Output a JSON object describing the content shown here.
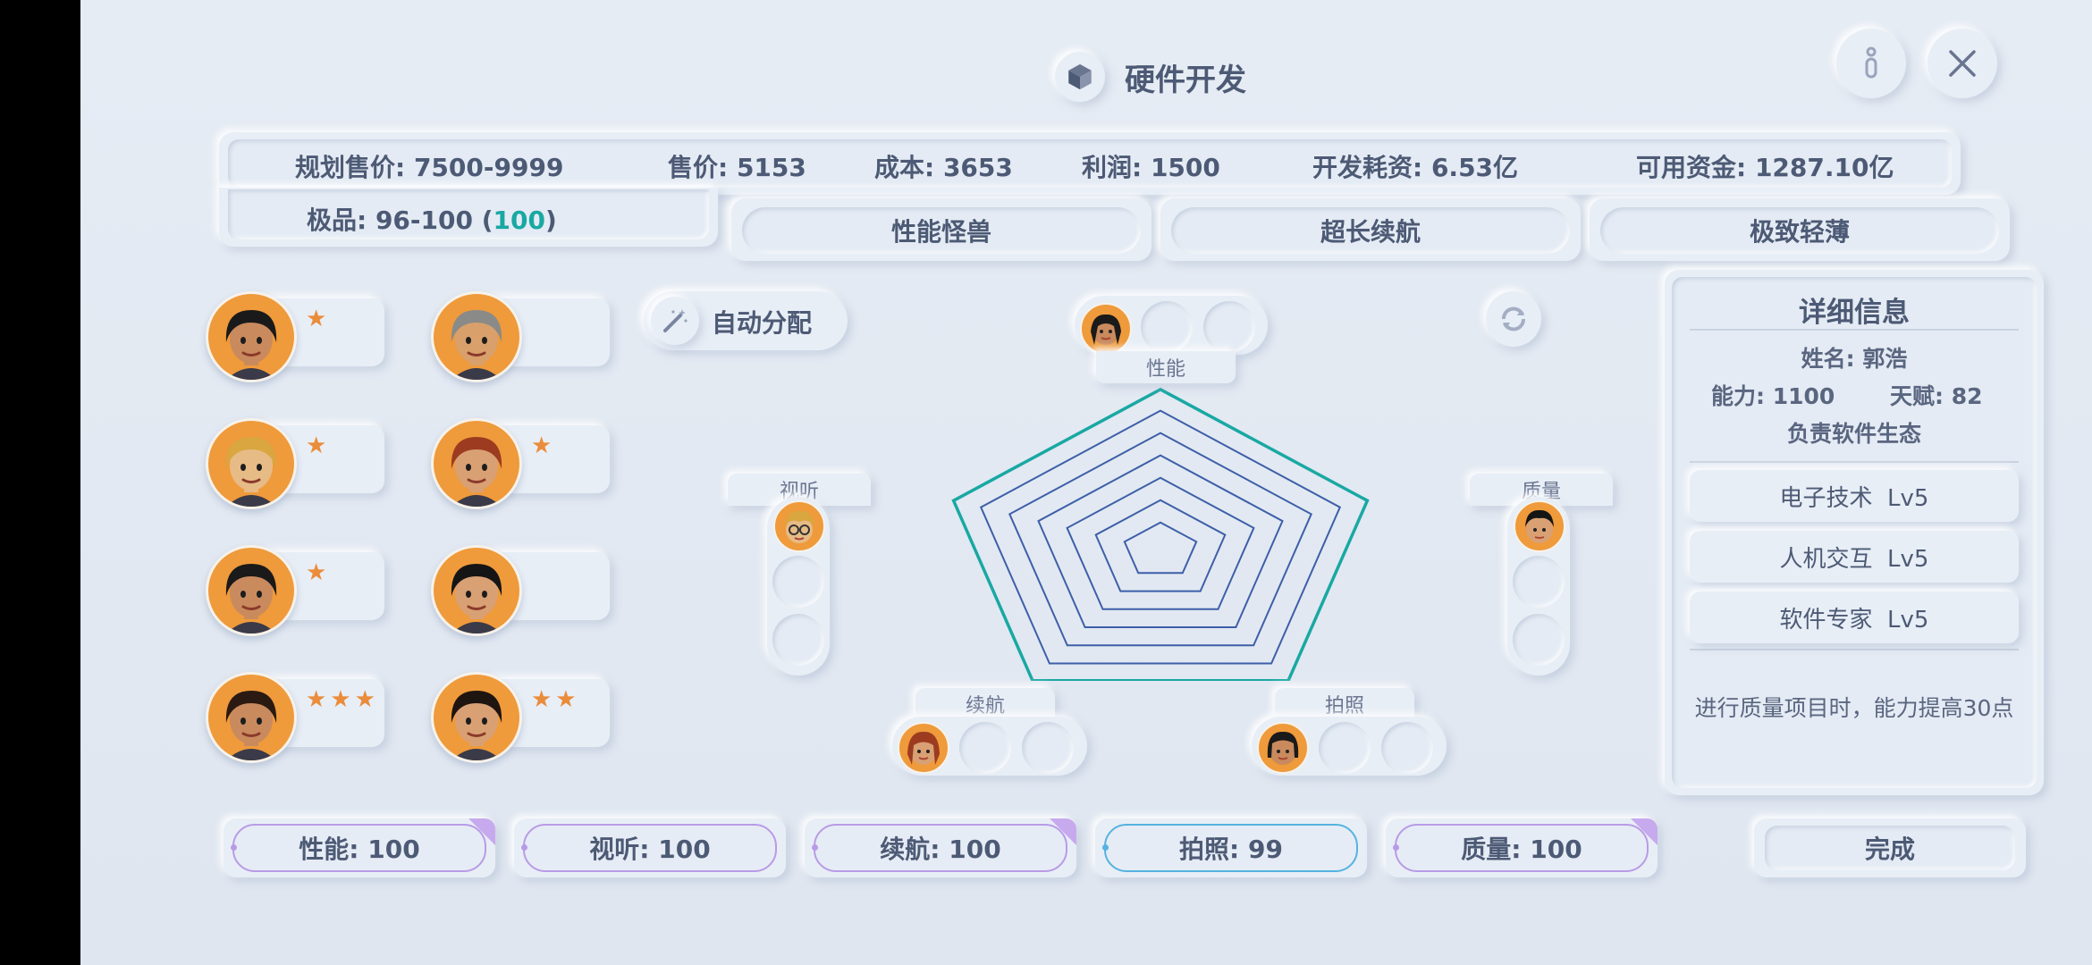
{
  "header": {
    "title": "硬件开发"
  },
  "stats": {
    "planned_price": "规划售价: 7500-9999",
    "price": "售价: 5153",
    "cost": "成本: 3653",
    "profit": "利润: 1500",
    "dev_cost": "开发耗资: 6.53亿",
    "funds": "可用资金: 1287.10亿",
    "grade_prefix": "极品: 96-100 (",
    "grade_value": "100",
    "grade_suffix": ")"
  },
  "features": [
    "性能怪兽",
    "超长续航",
    "极致轻薄"
  ],
  "auto_assign": "自动分配",
  "staff": [
    {
      "stars": "★",
      "skin": "#c98a5e",
      "hair": "#1a1a1a"
    },
    {
      "stars": "",
      "skin": "#d9a06b",
      "hair": "#8a8a88"
    },
    {
      "stars": "★",
      "skin": "#e7bb86",
      "hair": "#d9a640"
    },
    {
      "stars": "★",
      "skin": "#d9a074",
      "hair": "#9c3b20"
    },
    {
      "stars": "★",
      "skin": "#c98a5e",
      "hair": "#1a1a1a"
    },
    {
      "stars": "",
      "skin": "#d9a074",
      "hair": "#151515"
    },
    {
      "stars": "★★★",
      "skin": "#c98a5e",
      "hair": "#2a1a12"
    },
    {
      "stars": "★★",
      "skin": "#d9a074",
      "hair": "#1e1410"
    }
  ],
  "radar": {
    "labels": {
      "top": "性能",
      "left": "视听",
      "right": "质量",
      "bottom_left": "续航",
      "bottom_right": "拍照"
    }
  },
  "details": {
    "title": "详细信息",
    "name": "姓名: 郭浩",
    "ability": "能力: 1100",
    "talent": "天赋: 82",
    "role": "负责软件生态",
    "skills": [
      "电子技术  Lv5",
      "人机交互  Lv5",
      "软件专家  Lv5"
    ],
    "desc": "进行质量项目时，能力提高30点"
  },
  "bottom": [
    {
      "label": "性能: 100",
      "border": "#b89be6"
    },
    {
      "label": "视听: 100",
      "border": "#b89be6"
    },
    {
      "label": "续航: 100",
      "border": "#b89be6"
    },
    {
      "label": "拍照: 99",
      "border": "#55b3e0"
    },
    {
      "label": "质量: 100",
      "border": "#b89be6"
    }
  ],
  "done": "完成",
  "colors": {
    "accent_teal": "#19a8a3",
    "star_orange": "#ea8c3a",
    "avatar_orange": "#ef9a3b",
    "radar_blue": "#3d5fa8"
  }
}
